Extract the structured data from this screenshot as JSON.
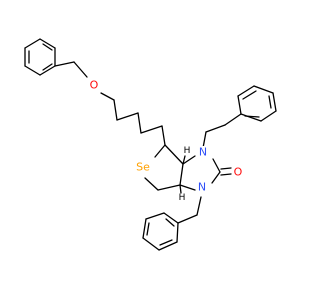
{
  "structure": {
    "atoms": {
      "oxygen_ether": {
        "symbol": "O",
        "color": "#ff0d0d"
      },
      "selenium": {
        "symbol": "Se",
        "color": "#ffa100"
      },
      "nitrogen_upper": {
        "symbol": "N",
        "color": "#3050f8"
      },
      "nitrogen_lower": {
        "symbol": "N",
        "color": "#3050f8"
      },
      "oxygen_carbonyl": {
        "symbol": "O",
        "color": "#ff0d0d"
      },
      "h_upper": {
        "symbol": "H",
        "color": "#000000"
      },
      "h_lower": {
        "symbol": "H",
        "color": "#000000"
      }
    },
    "bond_color": "#000000",
    "background": "#ffffff"
  }
}
